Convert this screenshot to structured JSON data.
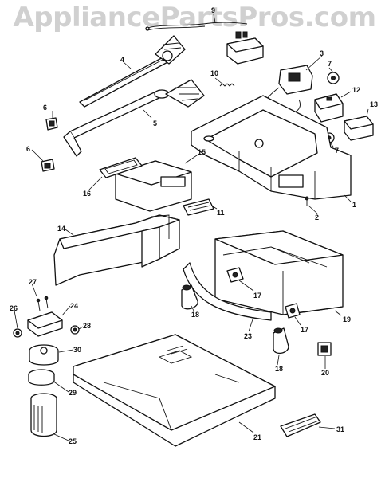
{
  "watermark": "AppliancePartsPros.com",
  "callouts": {
    "p1": "1",
    "p2": "2",
    "p3": "3",
    "p4": "4",
    "p5": "5",
    "p6a": "6",
    "p6b": "6",
    "p7a": "7",
    "p7b": "7",
    "p9": "9",
    "p10": "10",
    "p11": "11",
    "p12": "12",
    "p13": "13",
    "p14": "14",
    "p15": "15",
    "p16": "16",
    "p17a": "17",
    "p17b": "17",
    "p18a": "18",
    "p18b": "18",
    "p19": "19",
    "p20": "20",
    "p21": "21",
    "p23": "23",
    "p24": "24",
    "p25": "25",
    "p26": "26",
    "p27": "27",
    "p28": "28",
    "p29": "29",
    "p30": "30",
    "p31": "31"
  }
}
